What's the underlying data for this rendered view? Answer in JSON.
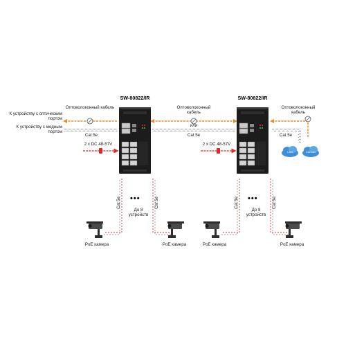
{
  "switches": [
    {
      "model": "SW-80822/IR"
    },
    {
      "model": "SW-80822/IR"
    }
  ],
  "left_side": {
    "fiber_label": "Оптоволоконный кабель",
    "to_optical_port": "К устройству с оптическим портом",
    "to_copper_port": "К устройству с медным портом",
    "cat_label": "Cat 5e",
    "power_label": "2 x DC 48-57V"
  },
  "middle_link": {
    "fiber_label": "Оптоволоконный кабель",
    "or_label": "или",
    "cat_label": "Cat 5e",
    "power_label": "2 x DC 48-57V"
  },
  "right_side": {
    "fiber_label": "Оптоволоконный кабель",
    "cat_label": "Cat 5e",
    "cloud_left": "LAN",
    "cloud_right": "Internet"
  },
  "poe": {
    "cat_label": "Cat 5e",
    "up_to_label": "До 8 устройств",
    "dots": "•••",
    "camera_label": "PoE камера"
  },
  "colors": {
    "switch_body": "#1c1c1c",
    "fiber": "#f08a24",
    "power": "#e3262b",
    "cloud": "#3f8fd8"
  },
  "icons": [
    "switch-icon",
    "camera-icon",
    "cloud-icon",
    "fiber-connector-icon",
    "power-fuse-icon"
  ]
}
